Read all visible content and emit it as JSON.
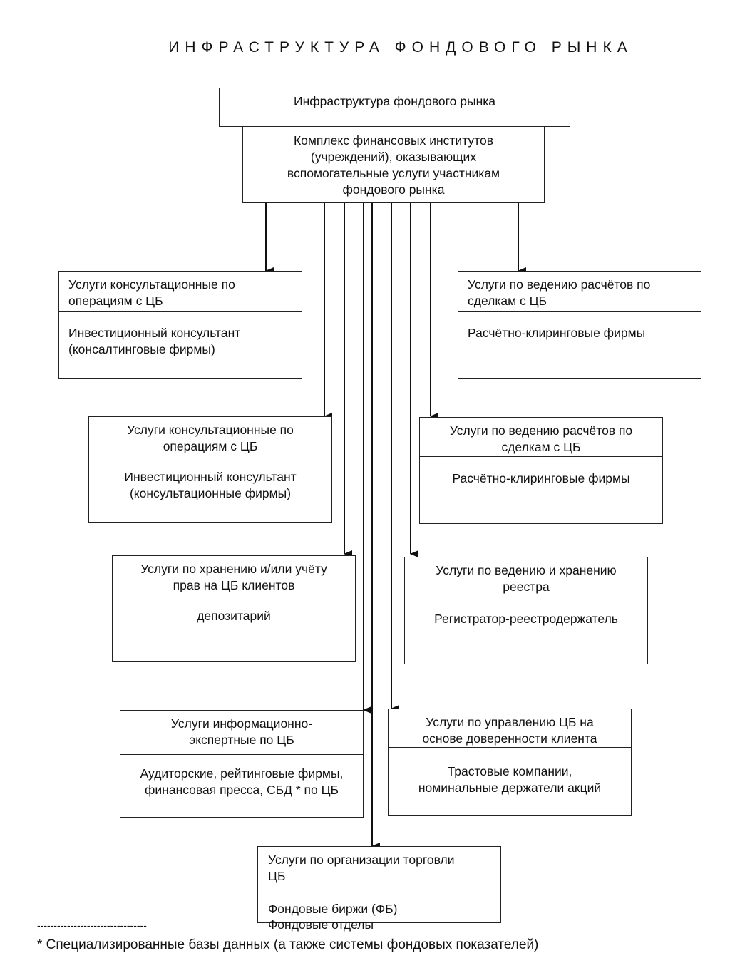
{
  "title": "ИНФРАСТРУКТУРА ФОНДОВОГО РЫНКА",
  "top_box": "Инфраструктура фондового рынка",
  "complex_box": [
    "Комплекс финансовых институтов",
    "(учреждений), оказывающих",
    "вспомогательные услуги участникам",
    "фондового рынка"
  ],
  "boxes": [
    {
      "header": [
        "Услуги консультационные по",
        "операциям с ЦБ"
      ],
      "body": [
        "Инвестиционный консультант",
        "(консалтинговые фирмы)"
      ]
    },
    {
      "header": [
        "Услуги по ведению расчётов по",
        "сделкам с ЦБ"
      ],
      "body": [
        "Расчётно-клиринговые фирмы"
      ]
    },
    {
      "header": [
        "Услуги консультационные по",
        "операциям с ЦБ"
      ],
      "body": [
        "Инвестиционный консультант",
        "(консультационные фирмы)"
      ]
    },
    {
      "header": [
        "Услуги по ведению расчётов по",
        "сделкам с ЦБ"
      ],
      "body": [
        "Расчётно-клиринговые фирмы"
      ]
    },
    {
      "header": [
        "Услуги по хранению и/или учёту",
        "прав на ЦБ клиентов"
      ],
      "body": [
        "депозитарий"
      ]
    },
    {
      "header": [
        "Услуги по ведению и хранению",
        "реестра"
      ],
      "body": [
        "Регистратор-реестродержатель"
      ]
    },
    {
      "header": [
        "Услуги информационно-",
        "экспертные по ЦБ"
      ],
      "body": [
        "Аудиторские, рейтинговые фирмы,",
        "финансовая пресса, СБД * по ЦБ"
      ]
    },
    {
      "header": [
        "Услуги по управлению ЦБ на",
        "основе доверенности клиента"
      ],
      "body": [
        "Трастовые компании,",
        "номинальные держатели акций"
      ]
    }
  ],
  "trade_box": {
    "header": [
      "Услуги по организации торговли",
      "ЦБ"
    ],
    "line1": "Фондовые биржи (ФБ)",
    "line2": "Фондовые отделы"
  },
  "footnote_rule": "---------------------------------",
  "footnote": "* Специализированные базы данных (а также системы фондовых показателей)"
}
